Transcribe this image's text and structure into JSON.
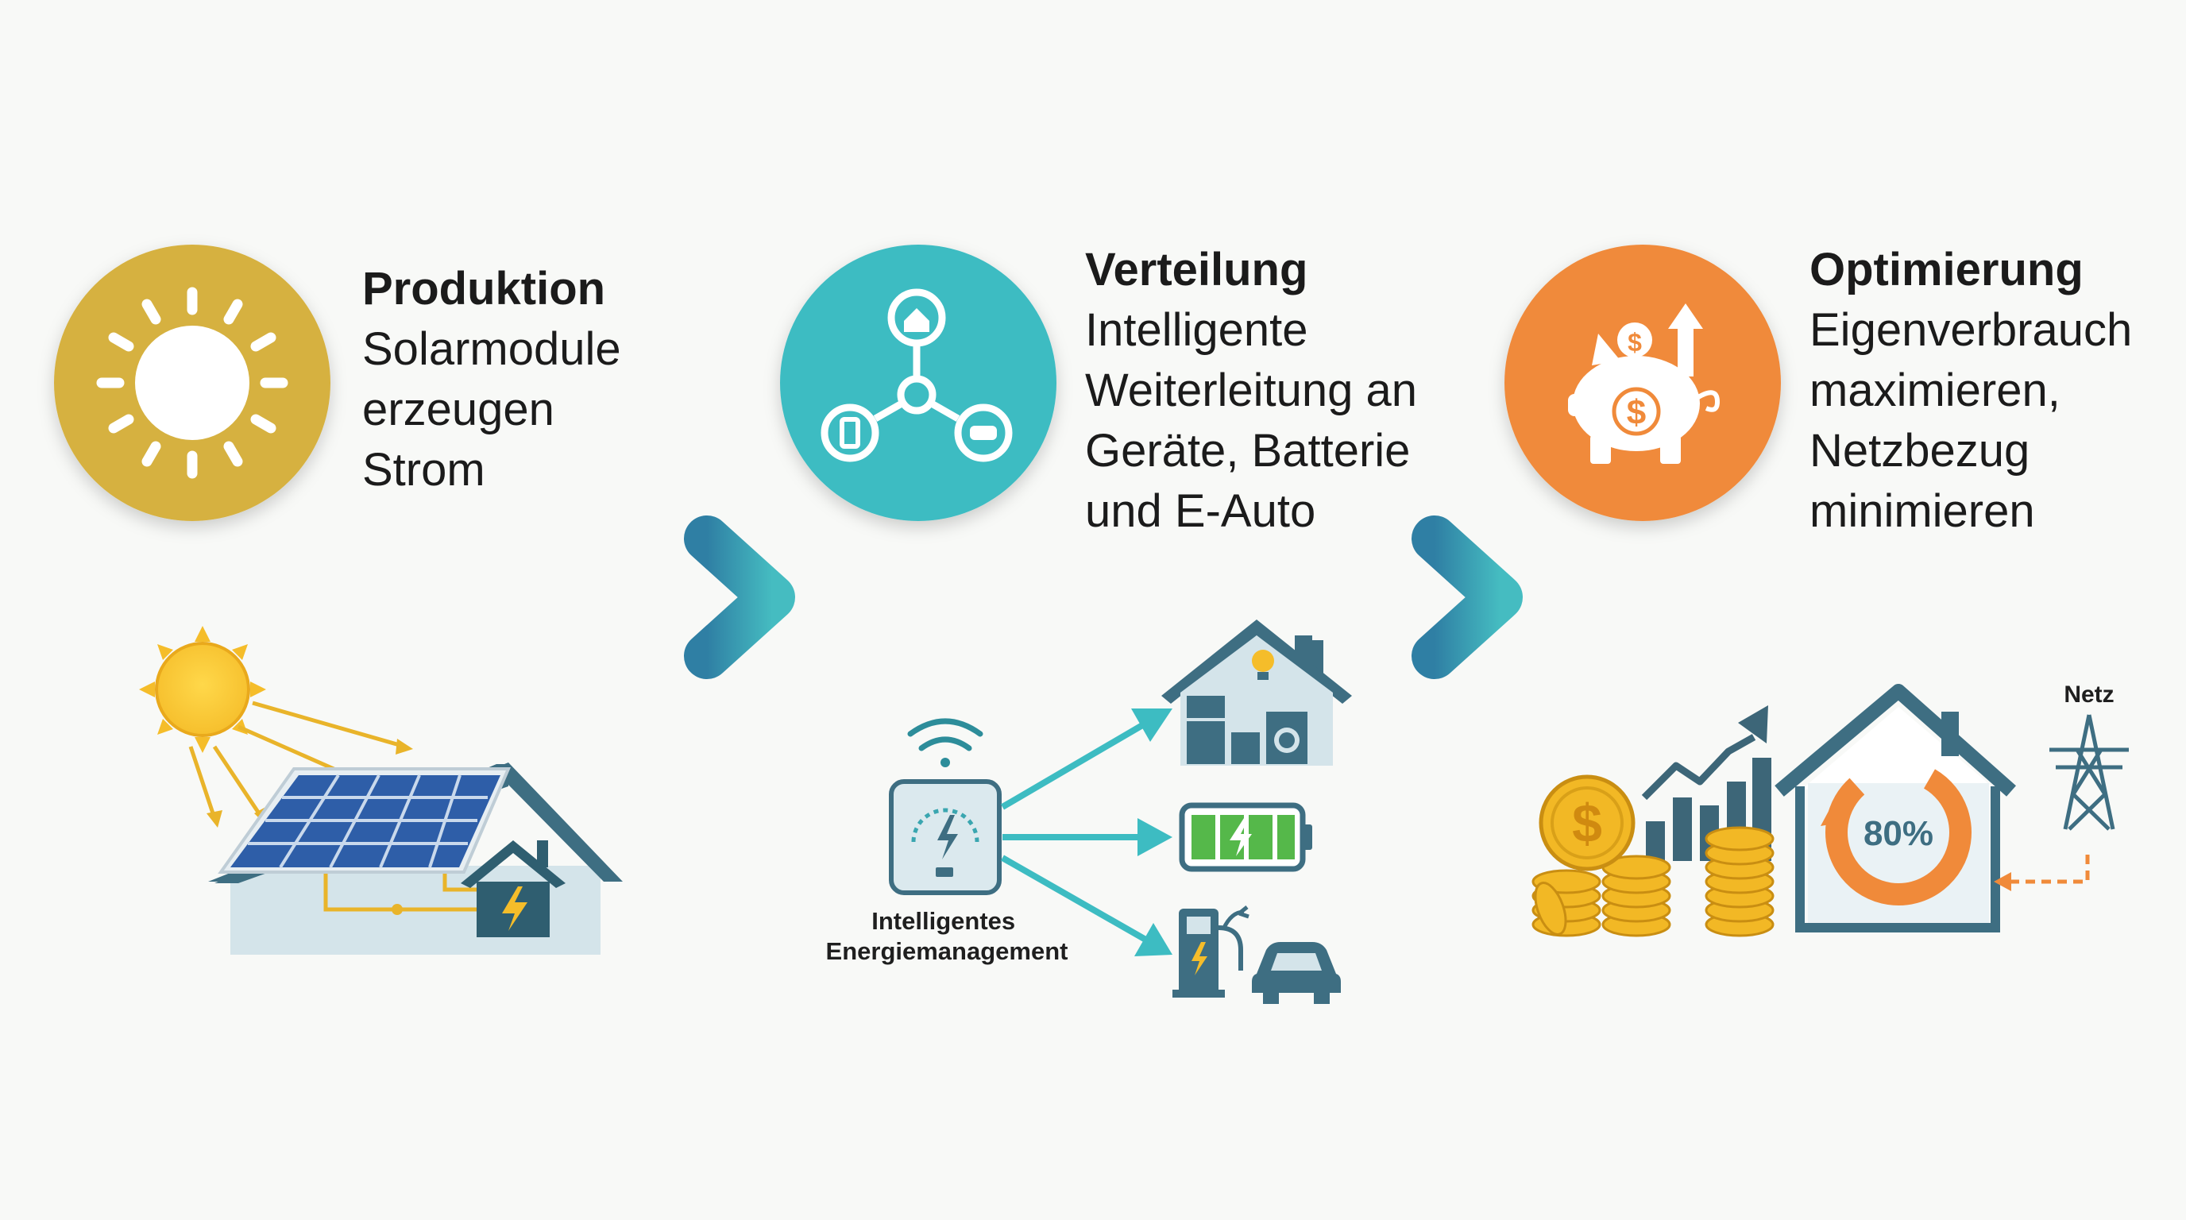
{
  "stages": [
    {
      "title": "Produktion",
      "description": "Solarmodule\nerzeugen\nStrom",
      "color": "#d6b13f",
      "icon": "sun-icon",
      "illustration": "solar-house-illustration"
    },
    {
      "title": "Verteilung",
      "description": "Intelligente\nWeiterleitung an\nGeräte, Batterie\nund E-Auto",
      "color": "#3dbcc2",
      "icon": "network-distribution-icon",
      "illustration": "energy-management-illustration",
      "hub_label": "Intelligentes\nEnergiemanagement"
    },
    {
      "title": "Optimierung",
      "description": "Eigenverbrauch\nmaximieren,\nNetzbezug\nminimieren",
      "color": "#f08a3a",
      "icon": "piggy-bank-icon",
      "illustration": "savings-house-illustration",
      "self_consumption": "80%",
      "grid_label": "Netz"
    }
  ],
  "colors": {
    "arrow_start": "#2f7fa4",
    "arrow_end": "#45bcc1",
    "roof": "#3e6e82",
    "wall": "#d4e4ea",
    "panel": "#2e5ea8",
    "coin": "#f2b825",
    "bar": "#3d6678",
    "orange": "#f08a3a"
  }
}
